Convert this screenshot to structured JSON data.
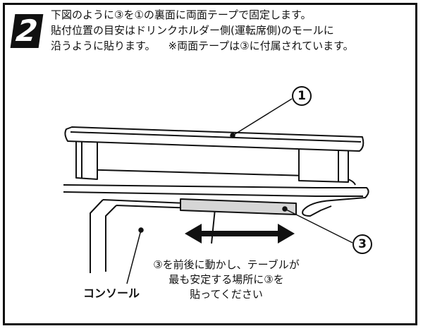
{
  "step": {
    "number": "2",
    "lines": [
      "下図のように③を①の裏面に両面テープで固定します。",
      "貼付位置の目安はドリンクホルダー側(運転席側)のモールに",
      "沿うように貼ります。"
    ],
    "note": "※両面テープは③に付属されています。"
  },
  "callouts": {
    "one": "1",
    "three": "3"
  },
  "caption": {
    "lines": [
      "③を前後に動かし、テーブルが",
      "最も安定する場所に③を",
      "貼ってください"
    ]
  },
  "console_label": "コンソール",
  "colors": {
    "ink": "#111111",
    "tape_fill": "#d6d6d6",
    "background": "#ffffff"
  }
}
